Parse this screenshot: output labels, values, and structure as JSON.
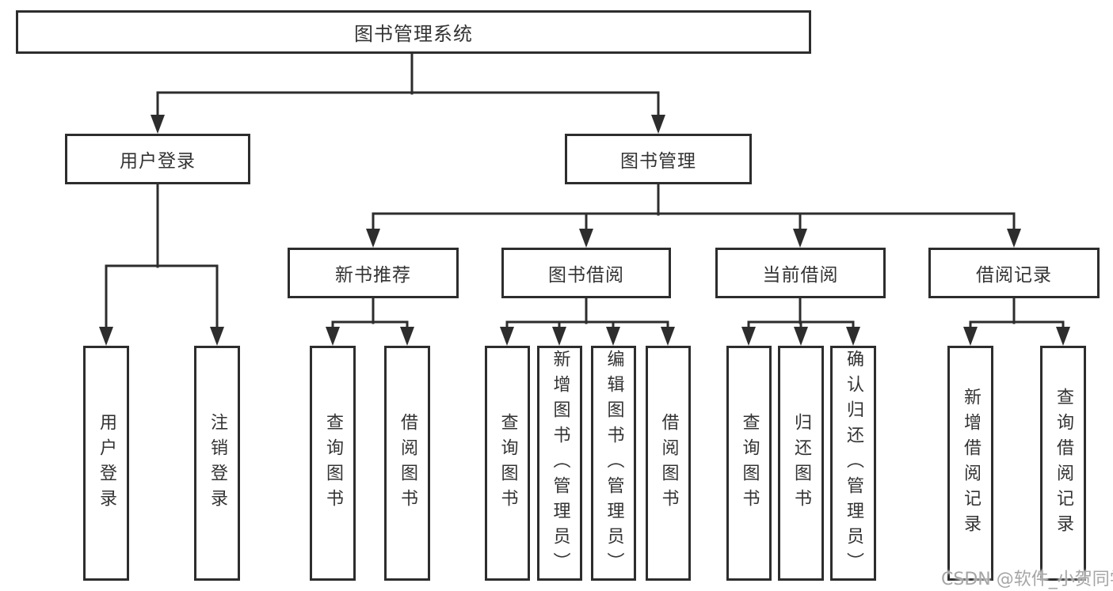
{
  "diagram": {
    "title": "图书管理系统",
    "level2": [
      {
        "label": "用户登录"
      },
      {
        "label": "图书管理"
      }
    ],
    "level3": [
      {
        "label": "新书推荐"
      },
      {
        "label": "图书借阅"
      },
      {
        "label": "当前借阅"
      },
      {
        "label": "借阅记录"
      }
    ],
    "leaves": {
      "user_login": [
        "用户登录",
        "注销登录"
      ],
      "new_books": [
        "查询图书",
        "借阅图书"
      ],
      "book_borrow": [
        "查询图书",
        "新增图书（管理员）",
        "编辑图书（管理员）",
        "借阅图书"
      ],
      "current_borrow": [
        "查询图书",
        "归还图书",
        "确认归还（管理员）"
      ],
      "borrow_records": [
        "新增借阅记录",
        "查询借阅记录"
      ]
    },
    "watermark": "CSDN @软件_小贺同学",
    "colors": {
      "line": "#2d2d2d",
      "text": "#333333",
      "watermark": "#a6a6a6",
      "background": "#ffffff"
    }
  }
}
